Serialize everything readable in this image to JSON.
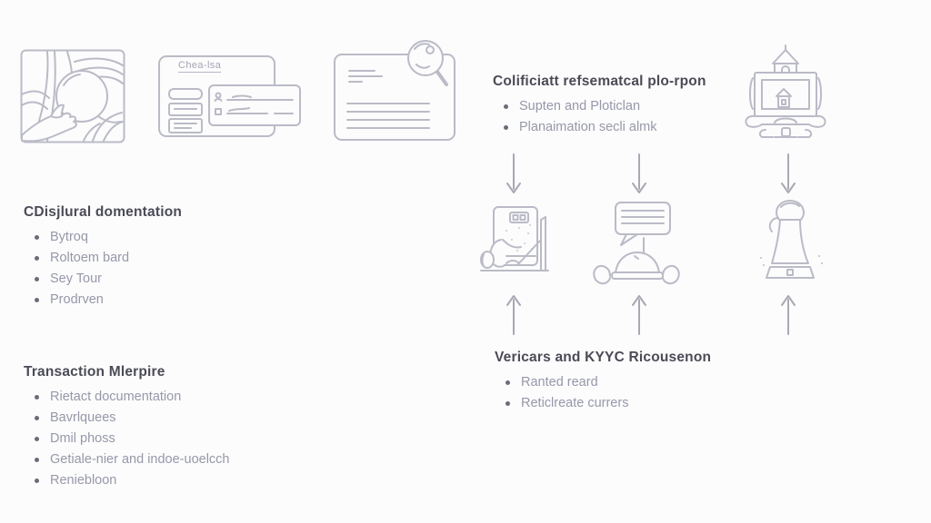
{
  "palette": {
    "background": "#fcfcfd",
    "heading": "#4b4b56",
    "bullet_text": "#9698a8",
    "bullet_dot": "#6b6c79",
    "icon_stroke": "#babbc6",
    "arrow": "#a8a9b4"
  },
  "icons": {
    "harvest": "fruit-harvest-illustration",
    "checklist": "checklist-card",
    "checklist_title": "Chea-lsa",
    "document_search": "document-with-magnifier",
    "building": "ornate-bank-building",
    "machine": "kiosk-scale-machine",
    "conversation": "speech-bubble-over-covered-dish",
    "statue": "draped-statue-figure"
  },
  "blocks": {
    "certificate": {
      "heading": "Colificiatt refsematcal plo-rpon",
      "bullets": [
        "Supten and Ploticlan",
        "Planaimation secli almk"
      ]
    },
    "cultural": {
      "heading": "CDisjlural domentation",
      "bullets": [
        "Bytroq",
        "Roltoem bard",
        "Sey Tour",
        "Prodrven"
      ]
    },
    "transaction": {
      "heading": "Transaction Mlerpire",
      "bullets": [
        "Rietact documentation",
        "Bavrlquees",
        "Dmil phoss",
        "Getiale-nier and indoe-uoelcch",
        "Reniebloon"
      ]
    },
    "verification": {
      "heading": "Vericars and KYYC Ricousenon",
      "bullets": [
        "Ranted reard",
        "Reticlreate currers"
      ]
    }
  }
}
